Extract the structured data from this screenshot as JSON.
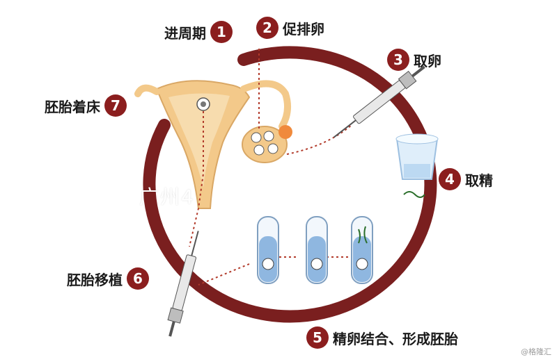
{
  "steps": [
    {
      "num": "1",
      "label": "进周期"
    },
    {
      "num": "2",
      "label": "促排卵"
    },
    {
      "num": "3",
      "label": "取卵"
    },
    {
      "num": "4",
      "label": "取精"
    },
    {
      "num": "5",
      "label": "精卵结合、形成胚胎"
    },
    {
      "num": "6",
      "label": "胚胎移植"
    },
    {
      "num": "7",
      "label": "胚胎着床"
    }
  ],
  "watermark": "@格隆汇",
  "overlay_text": "广州4",
  "colors": {
    "ring": "#7a1f1f",
    "badge": "#8b1e1e",
    "uterus": "#f3c98a",
    "tube_liquid": "#8fb7e0",
    "arrow": "#b23a2a"
  }
}
